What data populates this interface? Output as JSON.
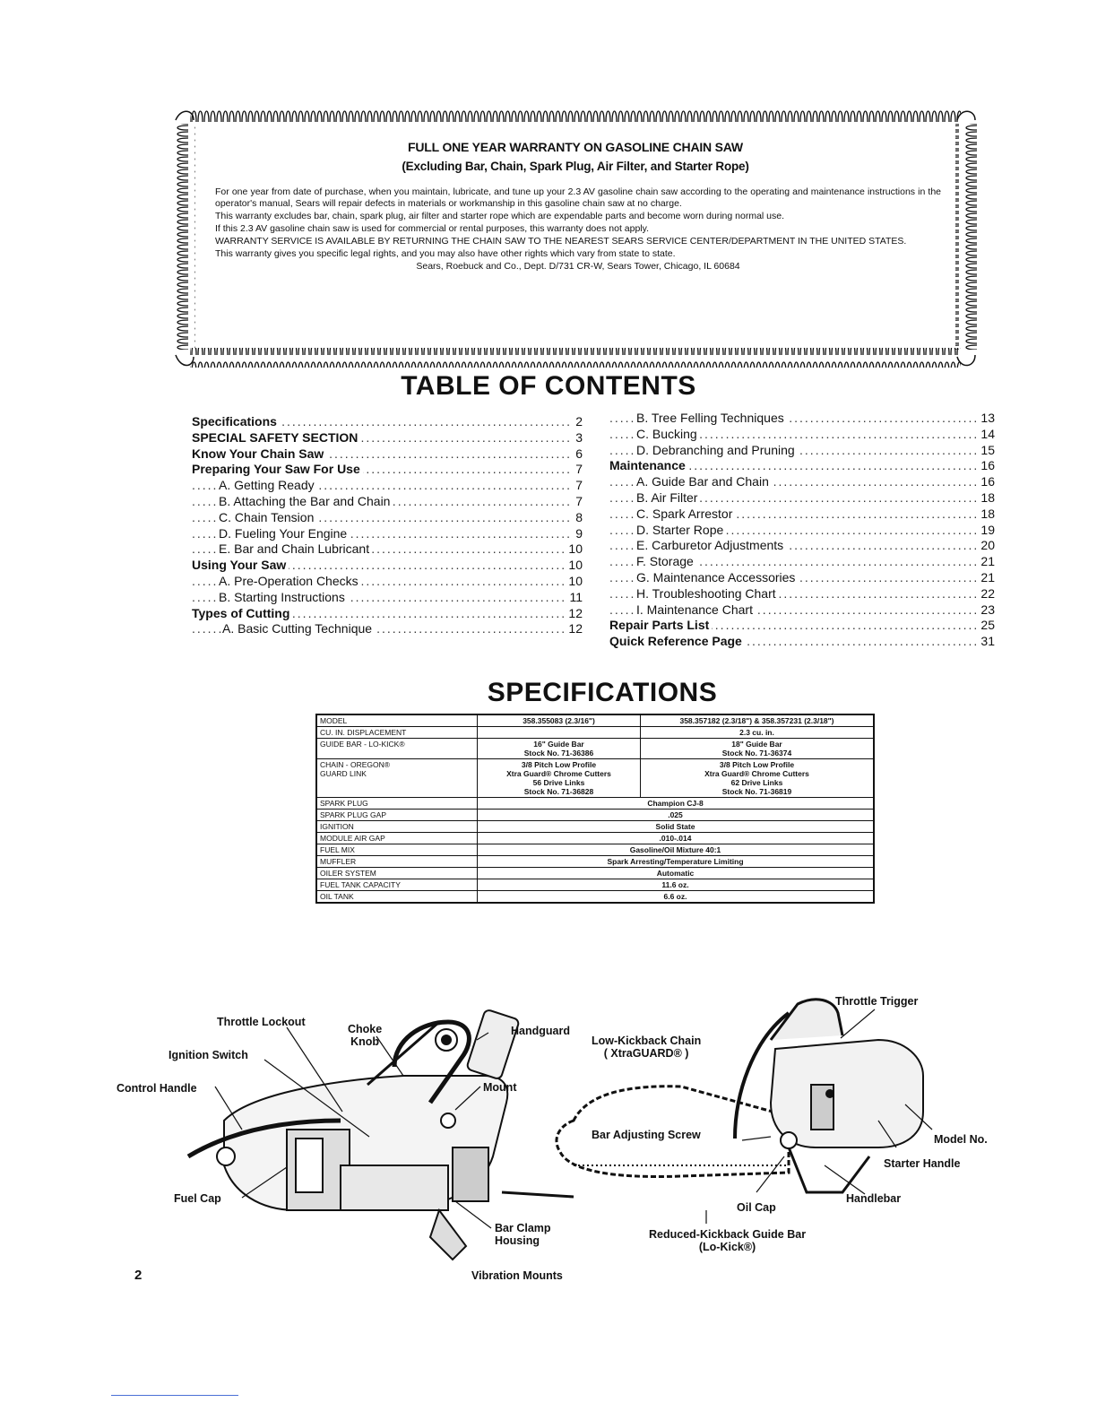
{
  "warranty": {
    "title": "FULL ONE YEAR WARRANTY ON GASOLINE CHAIN SAW",
    "subtitle": "(Excluding Bar, Chain, Spark Plug, Air Filter, and Starter Rope)",
    "paragraphs": [
      "For one year from date of purchase, when you maintain, lubricate, and tune up your 2.3 AV gasoline chain saw according to the operating and maintenance instructions in the operator's manual, Sears will repair defects in materials or workmanship in this gasoline chain saw at no charge.",
      "This warranty excludes bar, chain, spark plug, air filter and starter rope which are expendable parts and become worn during normal use.",
      "If this 2.3 AV gasoline chain saw is used for commercial or rental purposes, this warranty does not apply.",
      "WARRANTY SERVICE IS AVAILABLE BY RETURNING THE CHAIN SAW TO THE NEAREST SEARS SERVICE CENTER/DEPARTMENT IN THE UNITED STATES.",
      "This warranty gives you specific legal rights, and you may also have other rights which vary from state to state."
    ],
    "address": "Sears, Roebuck and Co., Dept. D/731 CR-W, Sears Tower, Chicago, IL 60684"
  },
  "toc": {
    "heading": "TABLE OF CONTENTS",
    "left": [
      {
        "label": "Specifications",
        "page": "2",
        "level": 0
      },
      {
        "label": "SPECIAL SAFETY SECTION",
        "page": "3",
        "level": 0
      },
      {
        "label": "Know Your Chain Saw",
        "page": "6",
        "level": 0
      },
      {
        "label": "Preparing Your Saw For Use",
        "page": "7",
        "level": 0
      },
      {
        "label": "A. Getting Ready",
        "page": "7",
        "level": 1
      },
      {
        "label": "B. Attaching the Bar and Chain",
        "page": "7",
        "level": 1
      },
      {
        "label": "C. Chain Tension",
        "page": "8",
        "level": 1
      },
      {
        "label": "D. Fueling Your Engine",
        "page": "9",
        "level": 1
      },
      {
        "label": "E. Bar and Chain Lubricant",
        "page": "10",
        "level": 1
      },
      {
        "label": "Using Your Saw",
        "page": "10",
        "level": 0
      },
      {
        "label": "A. Pre-Operation Checks",
        "page": "10",
        "level": 1
      },
      {
        "label": "B. Starting Instructions",
        "page": "11",
        "level": 1
      },
      {
        "label": "Types of Cutting",
        "page": "12",
        "level": 0
      },
      {
        "label": "A. Basic Cutting Technique",
        "page": "12",
        "level": 2
      }
    ],
    "right": [
      {
        "label": "B. Tree Felling Techniques",
        "page": "13",
        "level": 1
      },
      {
        "label": "C. Bucking",
        "page": "14",
        "level": 1
      },
      {
        "label": "D. Debranching and Pruning",
        "page": "15",
        "level": 1
      },
      {
        "label": "Maintenance",
        "page": "16",
        "level": 0
      },
      {
        "label": "A. Guide Bar and Chain",
        "page": "16",
        "level": 1
      },
      {
        "label": "B. Air Filter",
        "page": "18",
        "level": 1
      },
      {
        "label": "C. Spark Arrestor",
        "page": "18",
        "level": 1
      },
      {
        "label": "D. Starter Rope",
        "page": "19",
        "level": 1
      },
      {
        "label": "E. Carburetor Adjustments",
        "page": "20",
        "level": 1
      },
      {
        "label": "F. Storage",
        "page": "21",
        "level": 1
      },
      {
        "label": "G. Maintenance Accessories",
        "page": "21",
        "level": 1
      },
      {
        "label": "H. Troubleshooting Chart",
        "page": "22",
        "level": 1
      },
      {
        "label": "I. Maintenance Chart",
        "page": "23",
        "level": 1
      },
      {
        "label": "Repair Parts List",
        "page": "25",
        "level": 0
      },
      {
        "label": "Quick Reference Page",
        "page": "31",
        "level": 0
      }
    ]
  },
  "specs": {
    "heading": "SPECIFICATIONS",
    "rows": [
      {
        "label": "MODEL",
        "a": "358.355083 (2.3/16\")",
        "b": "358.357182 (2.3/18\") & 358.357231 (2.3/18\")"
      },
      {
        "label": "CU. IN. DISPLACEMENT",
        "a": "",
        "b": "2.3 cu. in."
      },
      {
        "label": "GUIDE BAR - LO-KICK®",
        "a": "16\" Guide Bar\nStock No. 71-36386",
        "b": "18\" Guide Bar\nStock No. 71-36374"
      },
      {
        "label": "CHAIN - OREGON®\nGUARD LINK",
        "a": "3/8 Pitch Low Profile\nXtra Guard® Chrome Cutters\n56 Drive Links\nStock No. 71-36828",
        "b": "3/8 Pitch Low Profile\nXtra Guard® Chrome Cutters\n62 Drive Links\nStock No. 71-36819"
      },
      {
        "label": "SPARK PLUG",
        "span": "Champion CJ-8"
      },
      {
        "label": "SPARK PLUG GAP",
        "span": ".025"
      },
      {
        "label": "IGNITION",
        "span": "Solid State"
      },
      {
        "label": "MODULE AIR GAP",
        "span": ".010-.014"
      },
      {
        "label": "FUEL MIX",
        "span": "Gasoline/Oil Mixture 40:1"
      },
      {
        "label": "MUFFLER",
        "span": "Spark Arresting/Temperature Limiting"
      },
      {
        "label": "OILER SYSTEM",
        "span": "Automatic"
      },
      {
        "label": "FUEL TANK CAPACITY",
        "span": "11.6 oz."
      },
      {
        "label": "OIL TANK",
        "span": "6.6 oz."
      }
    ]
  },
  "diagram": {
    "labels": {
      "throttle_lockout": "Throttle Lockout",
      "choke_knob": "Choke\nKnob",
      "handguard": "Handguard",
      "ignition_switch": "Ignition Switch",
      "control_handle": "Control Handle",
      "mount": "Mount",
      "fuel_cap": "Fuel Cap",
      "bar_clamp_housing": "Bar Clamp\nHousing",
      "vibration_mounts": "Vibration Mounts",
      "low_kickback_chain": "Low-Kickback Chain\n( XtraGUARD® )",
      "bar_adjusting_screw": "Bar Adjusting Screw",
      "throttle_trigger": "Throttle Trigger",
      "model_no": "Model No.",
      "starter_handle": "Starter Handle",
      "handlebar": "Handlebar",
      "oil_cap": "Oil Cap",
      "reduced_kickback_bar": "Reduced-Kickback Guide Bar\n(Lo-Kick®)"
    }
  },
  "page_number": "2"
}
